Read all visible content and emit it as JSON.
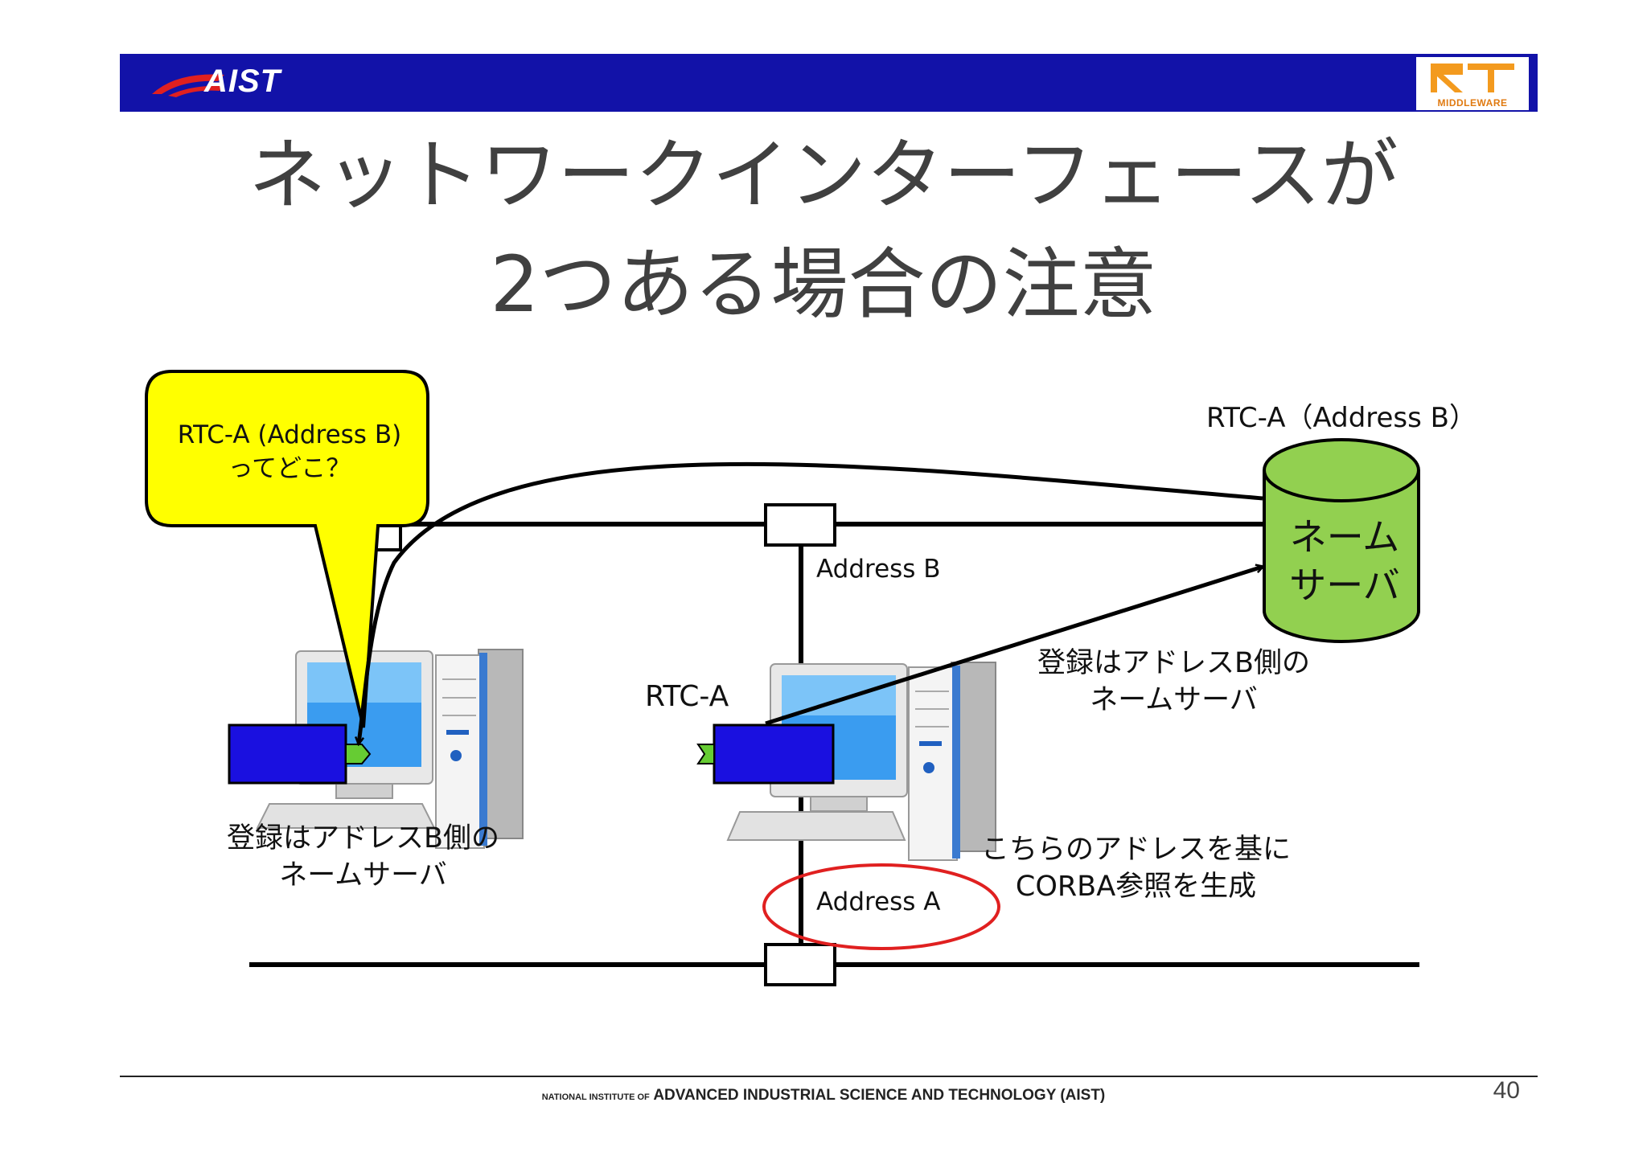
{
  "header": {
    "org_logo_text": "AIST",
    "rt_logo_text": "RT",
    "rt_logo_subtitle": "MIDDLEWARE"
  },
  "title": {
    "line1": "ネットワークインターフェースが",
    "line2": "2つある場合の注意"
  },
  "callout": {
    "line1": "RTC-A (Address B)",
    "line2": "ってどこ？"
  },
  "name_server": {
    "caption": "RTC-A（Address B）",
    "line1": "ネーム",
    "line2": "サーバ"
  },
  "labels": {
    "address_b": "Address B",
    "address_a": "Address A",
    "rtc_a": "RTC-A",
    "left_note_line1": "登録はアドレスB側の",
    "left_note_line2": "ネームサーバ",
    "right_note_line1": "登録はアドレスB側の",
    "right_note_line2": "ネームサーバ",
    "corba_line1": "こちらのアドレスを基に",
    "corba_line2": "CORBA参照を生成"
  },
  "footer": {
    "small_prefix": "NATIONAL INSTITUTE OF",
    "main": "ADVANCED INDUSTRIAL SCIENCE AND TECHNOLOGY (AIST)",
    "page_number": "40"
  },
  "colors": {
    "header_blue": "#1212a8",
    "callout_yellow": "#ffff00",
    "name_server_green": "#92d050",
    "component_blue": "#1a10e0",
    "port_green": "#66cc33",
    "ellipse_red": "#e02020"
  }
}
